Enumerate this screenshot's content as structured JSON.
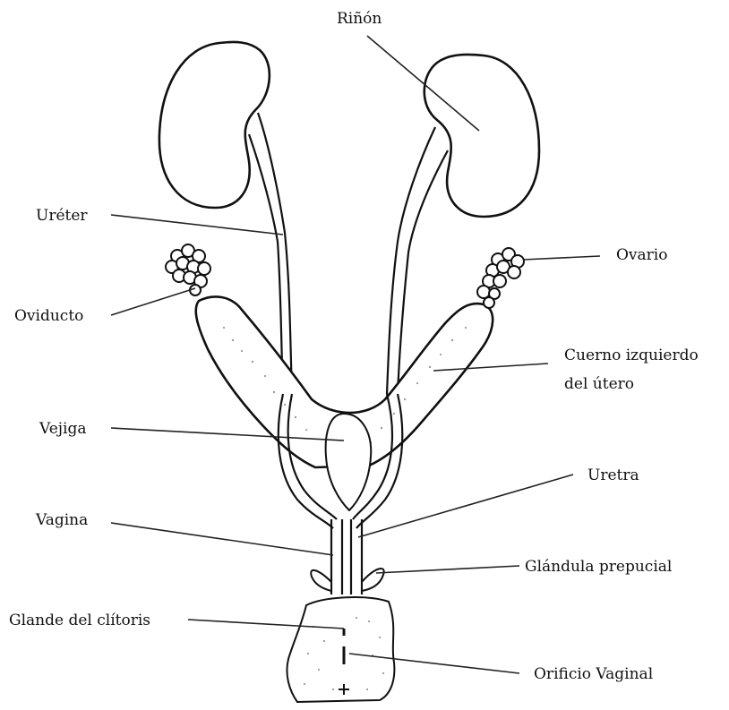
{
  "diagram": {
    "labels": {
      "rinon": "Riñón",
      "ureter": "Uréter",
      "ovario": "Ovario",
      "oviducto": "Oviducto",
      "cuerno_line1": "Cuerno izquierdo",
      "cuerno_line2": "del útero",
      "vejiga": "Vejiga",
      "uretra": "Uretra",
      "vagina": "Vagina",
      "glandula": "Glándula prepucial",
      "glande": "Glande del clítoris",
      "orificio": "Orificio Vaginal"
    },
    "colors": {
      "ink": "#111111",
      "paper": "#ffffff",
      "stipple": "#9a9a9a"
    }
  }
}
